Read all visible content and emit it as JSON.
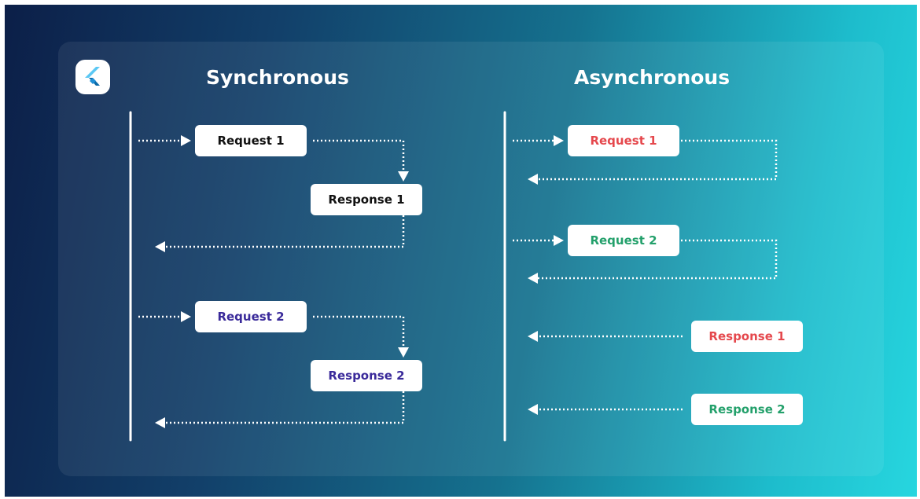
{
  "colors": {
    "neutral": "#111111",
    "sync_second": "#3a2a9a",
    "async_first": "#e5484d",
    "async_second": "#23a06b"
  },
  "logo": {
    "icon": "flutter-logo-icon"
  },
  "sync": {
    "title": "Synchronous",
    "request_1": "Request 1",
    "response_1": "Response 1",
    "request_2": "Request 2",
    "response_2": "Response 2"
  },
  "async": {
    "title": "Asynchronous",
    "request_1": "Request 1",
    "request_2": "Request 2",
    "response_1": "Response 1",
    "response_2": "Response 2"
  }
}
